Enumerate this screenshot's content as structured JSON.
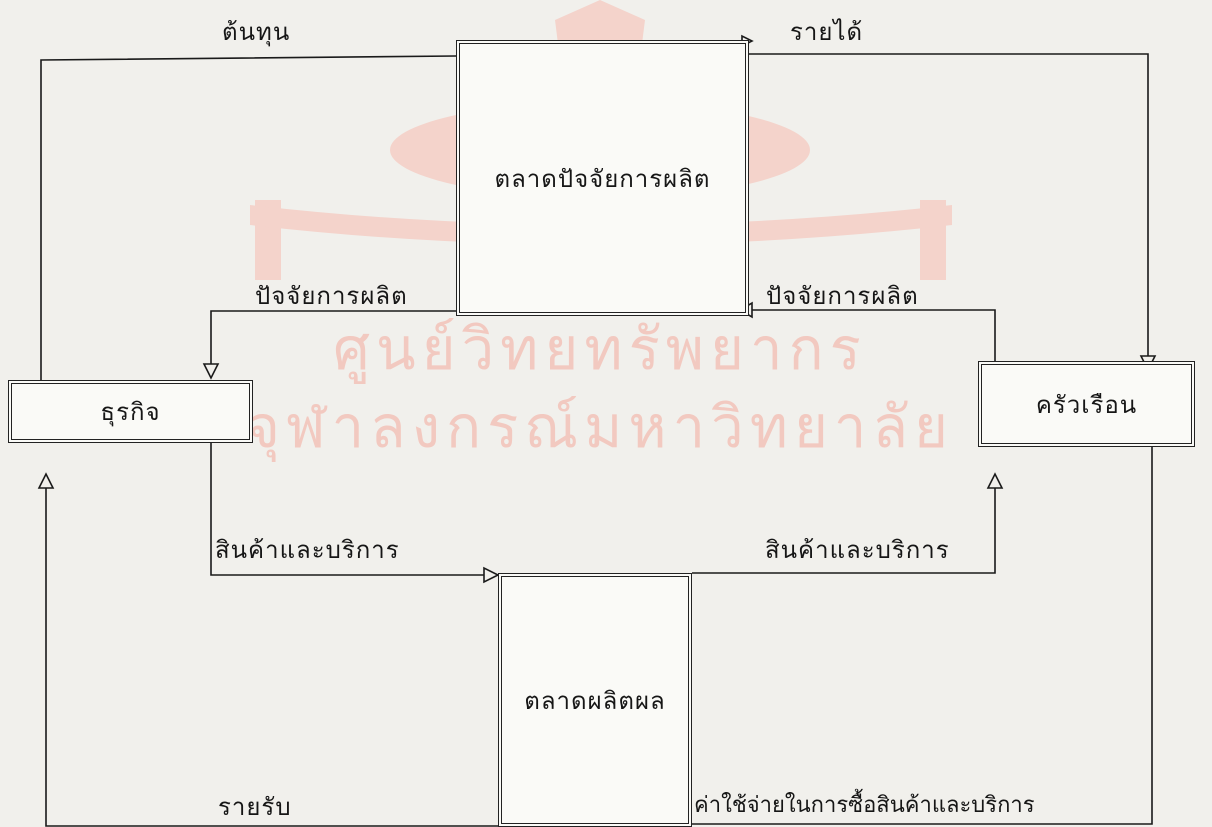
{
  "diagram": {
    "nodes": {
      "factor_market": "ตลาดปัจจัยการผลิต",
      "business": "ธุรกิจ",
      "household": "ครัวเรือน",
      "product_market": "ตลาดผลิตผล"
    },
    "edge_labels": {
      "cost": "ต้นทุน",
      "income": "รายได้",
      "factors_left": "ปัจจัยการผลิต",
      "factors_right": "ปัจจัยการผลิต",
      "goods_left": "สินค้าและบริการ",
      "goods_right": "สินค้าและบริการ",
      "revenue": "รายรับ",
      "expenditure": "ค่าใช้จ่ายในการซื้อสินค้าและบริการ"
    }
  },
  "watermark": {
    "line1": "ศูนย์วิทยทรัพยากร",
    "line2": "จุฬาลงกรณ์มหาวิทยาลัย",
    "color": "#f2c9c0"
  }
}
